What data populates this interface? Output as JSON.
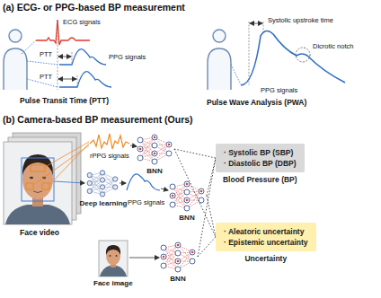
{
  "diagram": {
    "nodes": [
      {
        "text": [
          "BNN"
        ]
      },
      {
        "text": [
          "Deep learning"
        ]
      },
      {
        "text": [
          "BNN"
        ]
      },
      {
        "text": [
          "BNN"
        ]
      },
      {
        "text": [
          "· Systolic BP (SBP)",
          "· Diastolic BP (DBP)",
          "Blood Pressure (BP)"
        ]
      },
      {
        "text": [
          "· Aleatoric uncertainty",
          "· Epistemic uncertainty",
          "Uncertainty"
        ]
      }
    ],
    "edges": [
      {
        "from": 0,
        "to": 4,
        "arrow": "none"
      },
      {
        "from": 0,
        "to": 5,
        "arrow": "none"
      },
      {
        "from": 2,
        "to": 4,
        "arrow": "none"
      },
      {
        "from": 2,
        "to": 5,
        "arrow": "none"
      },
      {
        "from": 3,
        "to": 4,
        "arrow": "none"
      },
      {
        "from": 3,
        "to": 5,
        "arrow": "none"
      }
    ],
    "labels": [
      "(a) ECG- or PPG-based BP measurement",
      "ECG signals",
      "PTT",
      "PTT",
      "PPG signals",
      "Pulse Transit Time (PTT)",
      "Systolic upstroke time",
      "Dicrotic notch",
      "PPG signals",
      "Pulse Wave Analysis (PWA)",
      "(b) Camera-based BP measurement (Ours)",
      "rPPG signals",
      "PPG signals",
      "Face video",
      "Face image"
    ]
  }
}
